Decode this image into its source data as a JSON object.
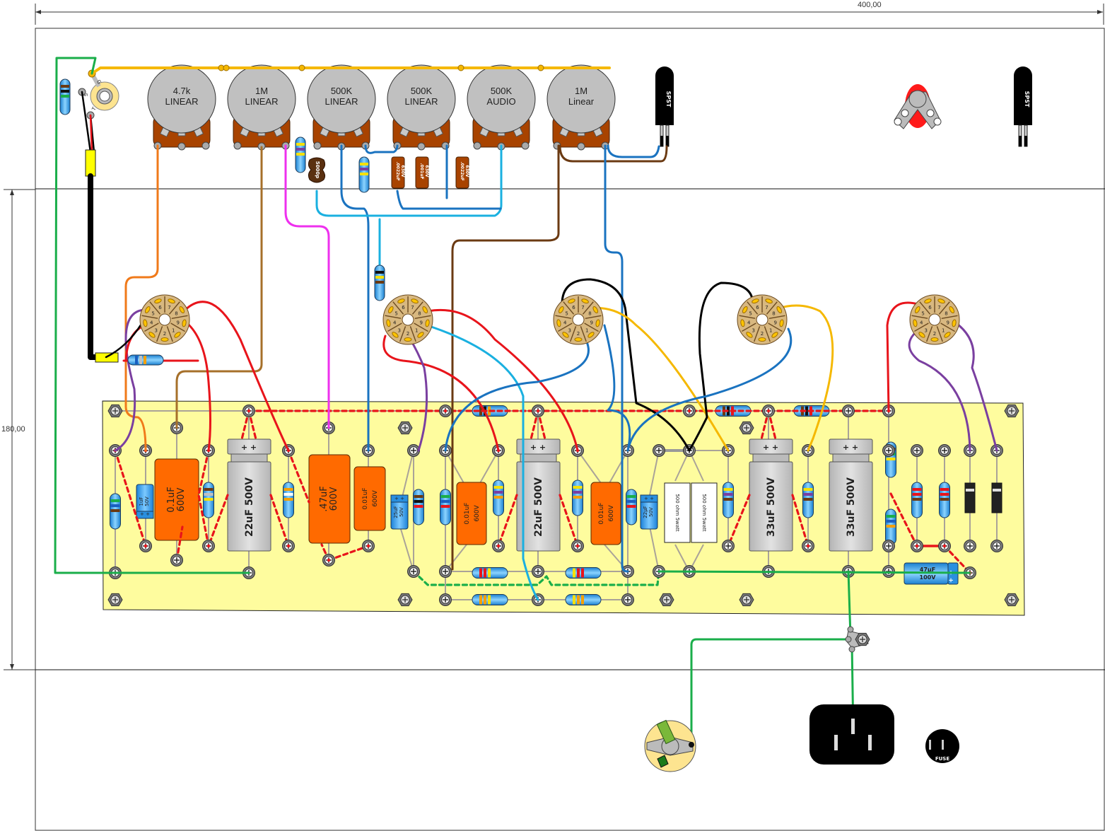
{
  "dimensions": {
    "width_label": "400,00",
    "height_label": "180,00"
  },
  "colors": {
    "board": "#fefc9e",
    "pot_body": "#c0c0c0",
    "pot_base": "#a84300",
    "orange_cap": "#ff6a00",
    "filter_cap": "#c0c0c0",
    "elec_cap": "#3fa9f5",
    "wire_yellow": "#f5b800",
    "wire_green": "#1aae4a",
    "wire_red": "#e8141b",
    "wire_black": "#000000",
    "wire_blue": "#1a73c0",
    "wire_lightblue": "#1ab0e0",
    "wire_purple": "#7a3fa0",
    "wire_orange": "#f07a1a",
    "wire_brown": "#6b3a12",
    "wire_tan": "#a6702a",
    "wire_magenta": "#ee30ee",
    "socket": "#d8b880"
  },
  "pots": [
    {
      "value": "4.7k",
      "taper": "LINEAR"
    },
    {
      "value": "1M",
      "taper": "LINEAR"
    },
    {
      "value": "500K",
      "taper": "LINEAR"
    },
    {
      "value": "500K",
      "taper": "LINEAR"
    },
    {
      "value": "500K",
      "taper": "AUDIO"
    },
    {
      "value": "1M",
      "taper": "Linear"
    }
  ],
  "switches": [
    {
      "label": "SPST"
    },
    {
      "label": "SPST"
    }
  ],
  "tone_caps": [
    {
      "line1": ".0022uF",
      "line2": "630V"
    },
    {
      "line1": ".001uF",
      "line2": "630V"
    },
    {
      "line1": ".0022uF",
      "line2": "630V"
    }
  ],
  "ceramic_cap": {
    "label": "5000p"
  },
  "jack_terminals": {
    "ground": "G",
    "sleeve": "S",
    "tip": "T"
  },
  "tube_sockets": [
    {
      "pins": [
        "1",
        "2",
        "3",
        "4",
        "5",
        "6",
        "7",
        "8",
        "9"
      ]
    },
    {
      "pins": [
        "1",
        "2",
        "3",
        "4",
        "5",
        "6",
        "7",
        "8",
        "9"
      ]
    },
    {
      "pins": [
        "1",
        "2",
        "3",
        "4",
        "5",
        "6",
        "7",
        "8",
        "9"
      ]
    },
    {
      "pins": [
        "1",
        "2",
        "3",
        "4",
        "5",
        "6",
        "7",
        "8",
        "9"
      ]
    },
    {
      "pins": [
        "1",
        "2",
        "3",
        "4",
        "5",
        "6",
        "7",
        "8",
        "9"
      ]
    }
  ],
  "board": {
    "orange_caps": [
      {
        "line1": "0.1uF",
        "line2": "600V"
      },
      {
        "line1": ".47uF",
        "line2": "600V"
      },
      {
        "line1": "0.01uF",
        "line2": "600V"
      },
      {
        "line1": "0.01uF",
        "line2": "600V"
      },
      {
        "line1": "0.01uF",
        "line2": "600V"
      }
    ],
    "filter_caps": [
      {
        "label": "22uF 500V",
        "polarity": "+ +"
      },
      {
        "label": "22uF 500V",
        "polarity": "+ +"
      },
      {
        "label": "33uF 500V",
        "polarity": "+ +"
      },
      {
        "label": "33uF 500V",
        "polarity": "+ +"
      }
    ],
    "elec_caps": [
      {
        "line1": "1uF",
        "line2": "50V",
        "polarity": "+ +"
      },
      {
        "line1": "25uF",
        "line2": "50V",
        "polarity": "+ +"
      },
      {
        "line1": "22µF",
        "line2": "50V",
        "polarity": "+ +"
      }
    ],
    "axial_cap": {
      "line1": "47µF",
      "line2": "100V",
      "polarity": "+ +"
    },
    "power_resistors": [
      {
        "label": "500 ohm 5watt"
      },
      {
        "label": "500 ohm 5watt"
      }
    ]
  },
  "power": {
    "fuse_label": "FUSE"
  }
}
